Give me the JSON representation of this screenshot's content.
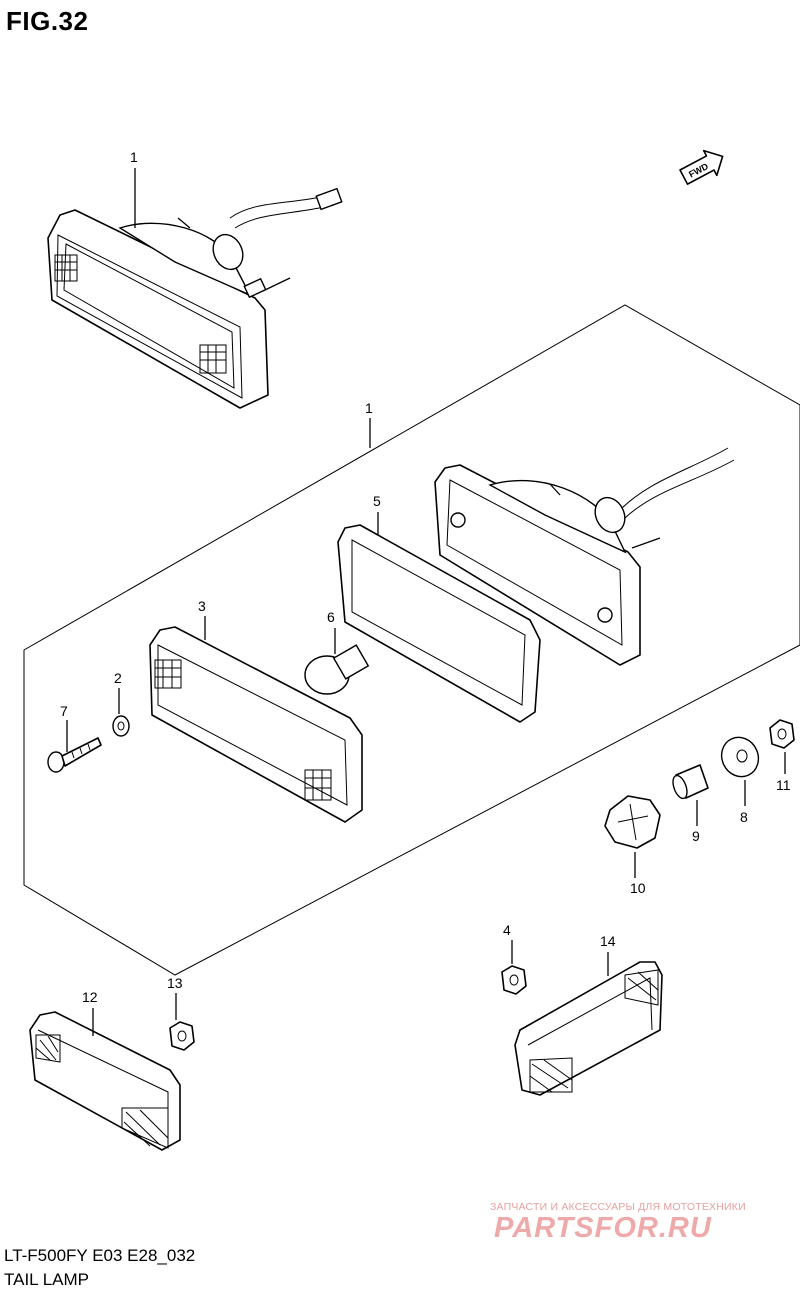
{
  "figure": {
    "title": "FIG.32",
    "model_code": "LT-F500FY E03 E28_032",
    "section_name": "TAIL LAMP"
  },
  "direction_marker": "FWD",
  "callouts": [
    "1",
    "1",
    "2",
    "3",
    "4",
    "5",
    "6",
    "7",
    "8",
    "9",
    "10",
    "11",
    "12",
    "13",
    "14"
  ],
  "watermark": {
    "tagline": "ЗАПЧАСТИ И АКСЕССУАРЫ ДЛЯ МОТОТЕХНИКИ",
    "logo": "PARTSFOR.RU"
  }
}
